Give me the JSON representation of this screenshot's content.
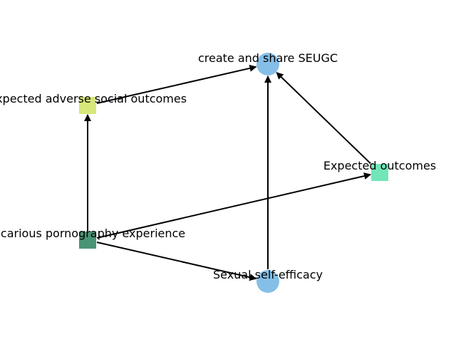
{
  "colors": {
    "circle_node": "#85bfe8",
    "adverse_node": "#d8e77a",
    "expected_node": "#72e6b8",
    "vicarious_node": "#4a9474",
    "edge": "#000000"
  },
  "nodes": {
    "seugc": {
      "label": "create and share SEUGC",
      "shape": "circle"
    },
    "adverse": {
      "label": "Expected adverse social outcomes",
      "shape": "square"
    },
    "expected": {
      "label": "Expected outcomes",
      "shape": "square"
    },
    "vicarious": {
      "label": "Vicarious pornography experience",
      "shape": "square"
    },
    "selfefficacy": {
      "label": "Sexual self-efficacy",
      "shape": "circle"
    }
  },
  "edges": [
    {
      "from": "adverse",
      "to": "seugc"
    },
    {
      "from": "selfefficacy",
      "to": "seugc"
    },
    {
      "from": "expected",
      "to": "seugc"
    },
    {
      "from": "vicarious",
      "to": "adverse"
    },
    {
      "from": "vicarious",
      "to": "expected"
    },
    {
      "from": "vicarious",
      "to": "selfefficacy"
    }
  ]
}
